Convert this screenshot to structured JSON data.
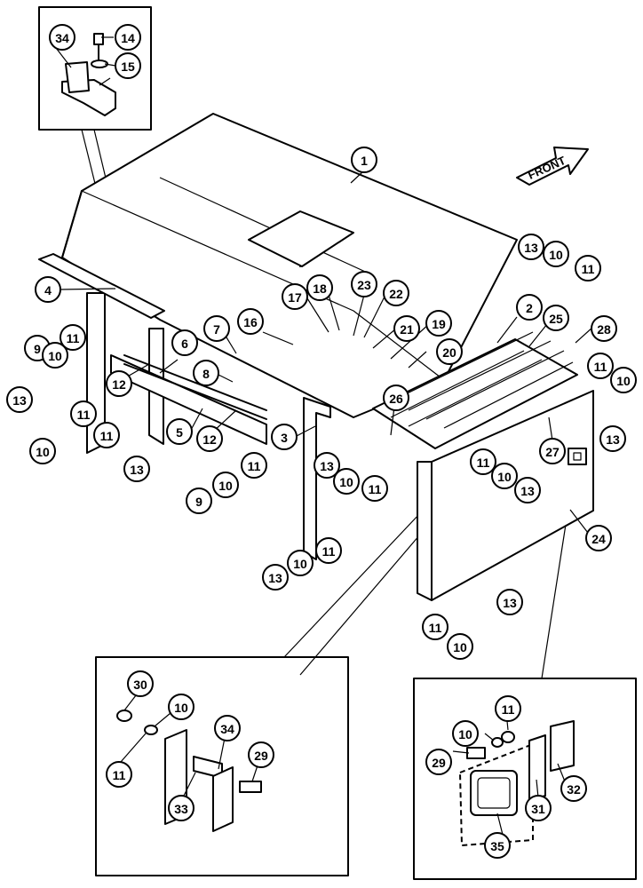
{
  "front_arrow": {
    "label": "FRONT"
  },
  "callouts": [
    {
      "id": "c1",
      "label": "1"
    },
    {
      "id": "c2",
      "label": "2"
    },
    {
      "id": "c3",
      "label": "3"
    },
    {
      "id": "c4",
      "label": "4"
    },
    {
      "id": "c5",
      "label": "5"
    },
    {
      "id": "c6",
      "label": "6"
    },
    {
      "id": "c7",
      "label": "7"
    },
    {
      "id": "c8",
      "label": "8"
    },
    {
      "id": "c9a",
      "label": "9"
    },
    {
      "id": "c9b",
      "label": "9"
    },
    {
      "id": "c10a",
      "label": "10"
    },
    {
      "id": "c10b",
      "label": "10"
    },
    {
      "id": "c10c",
      "label": "10"
    },
    {
      "id": "c10d",
      "label": "10"
    },
    {
      "id": "c10e",
      "label": "10"
    },
    {
      "id": "c10f",
      "label": "10"
    },
    {
      "id": "c10g",
      "label": "10"
    },
    {
      "id": "c10h",
      "label": "10"
    },
    {
      "id": "c10i",
      "label": "10"
    },
    {
      "id": "c10j",
      "label": "10"
    },
    {
      "id": "c10k",
      "label": "10"
    },
    {
      "id": "c11a",
      "label": "11"
    },
    {
      "id": "c11b",
      "label": "11"
    },
    {
      "id": "c11c",
      "label": "11"
    },
    {
      "id": "c11d",
      "label": "11"
    },
    {
      "id": "c11e",
      "label": "11"
    },
    {
      "id": "c11f",
      "label": "11"
    },
    {
      "id": "c11g",
      "label": "11"
    },
    {
      "id": "c11h",
      "label": "11"
    },
    {
      "id": "c11i",
      "label": "11"
    },
    {
      "id": "c11j",
      "label": "11"
    },
    {
      "id": "c11k",
      "label": "11"
    },
    {
      "id": "c11l",
      "label": "11"
    },
    {
      "id": "c12a",
      "label": "12"
    },
    {
      "id": "c12b",
      "label": "12"
    },
    {
      "id": "c13a",
      "label": "13"
    },
    {
      "id": "c13b",
      "label": "13"
    },
    {
      "id": "c13c",
      "label": "13"
    },
    {
      "id": "c13d",
      "label": "13"
    },
    {
      "id": "c13e",
      "label": "13"
    },
    {
      "id": "c13f",
      "label": "13"
    },
    {
      "id": "c13g",
      "label": "13"
    },
    {
      "id": "c13h",
      "label": "13"
    },
    {
      "id": "c14",
      "label": "14"
    },
    {
      "id": "c15",
      "label": "15"
    },
    {
      "id": "c16",
      "label": "16"
    },
    {
      "id": "c17",
      "label": "17"
    },
    {
      "id": "c18",
      "label": "18"
    },
    {
      "id": "c19",
      "label": "19"
    },
    {
      "id": "c20",
      "label": "20"
    },
    {
      "id": "c21",
      "label": "21"
    },
    {
      "id": "c22",
      "label": "22"
    },
    {
      "id": "c23",
      "label": "23"
    },
    {
      "id": "c24",
      "label": "24"
    },
    {
      "id": "c25",
      "label": "25"
    },
    {
      "id": "c26",
      "label": "26"
    },
    {
      "id": "c27",
      "label": "27"
    },
    {
      "id": "c28",
      "label": "28"
    },
    {
      "id": "c29a",
      "label": "29"
    },
    {
      "id": "c29b",
      "label": "29"
    },
    {
      "id": "c30",
      "label": "30"
    },
    {
      "id": "c31",
      "label": "31"
    },
    {
      "id": "c32",
      "label": "32"
    },
    {
      "id": "c33",
      "label": "33"
    },
    {
      "id": "c34a",
      "label": "34"
    },
    {
      "id": "c34b",
      "label": "34"
    },
    {
      "id": "c35",
      "label": "35"
    }
  ]
}
